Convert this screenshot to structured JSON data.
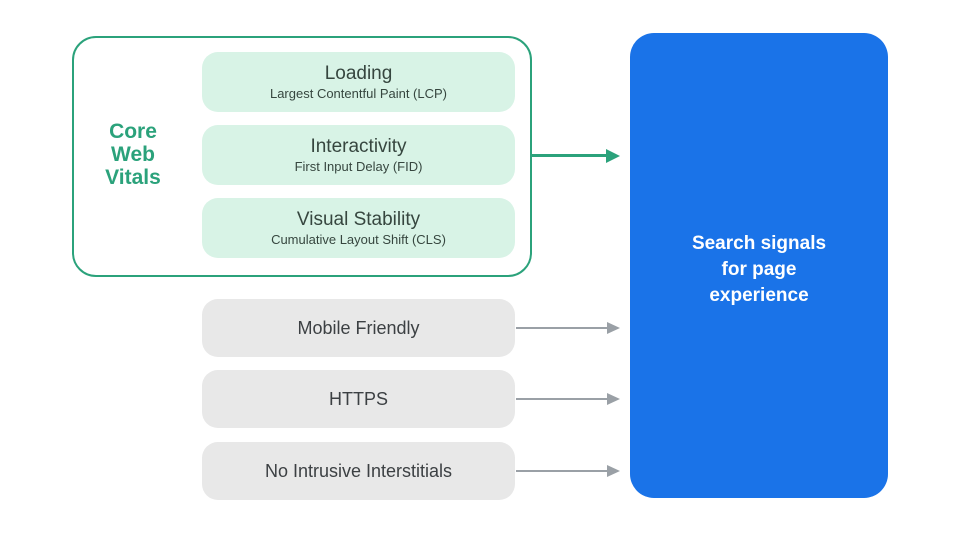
{
  "colors": {
    "green": "#2BA27B",
    "mint": "#D8F3E6",
    "dark_green_text": "#36463F",
    "gray_fill": "#E8E8E8",
    "gray_text": "#3C4043",
    "arrow_gray": "#9AA0A6",
    "blue": "#1A73E8",
    "white": "#FFFFFF"
  },
  "core_web_vitals": {
    "label_lines": [
      "Core",
      "Web",
      "Vitals"
    ],
    "items": [
      {
        "title": "Loading",
        "subtitle": "Largest Contentful Paint (LCP)"
      },
      {
        "title": "Interactivity",
        "subtitle": "First Input Delay (FID)"
      },
      {
        "title": "Visual Stability",
        "subtitle": "Cumulative Layout Shift (CLS)"
      }
    ]
  },
  "other_signals": [
    {
      "label": "Mobile Friendly"
    },
    {
      "label": "HTTPS"
    },
    {
      "label": "No Intrusive Interstitials"
    }
  ],
  "result_box": {
    "lines": [
      "Search signals",
      "for page",
      "experience"
    ]
  }
}
